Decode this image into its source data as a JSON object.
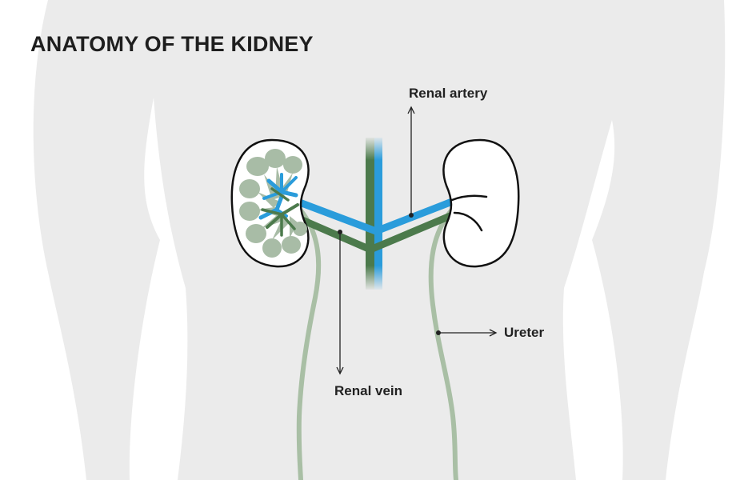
{
  "title": "ANATOMY OF THE KIDNEY",
  "labels": {
    "renal_artery": "Renal artery",
    "renal_vein": "Renal vein",
    "ureter": "Ureter"
  },
  "colors": {
    "body": "#ebebeb",
    "artery": "#2a9cdb",
    "vein": "#4c7a4c",
    "ureter": "#a9bfa5",
    "lobes": "#a8bca6",
    "text": "#1e1e1e"
  }
}
